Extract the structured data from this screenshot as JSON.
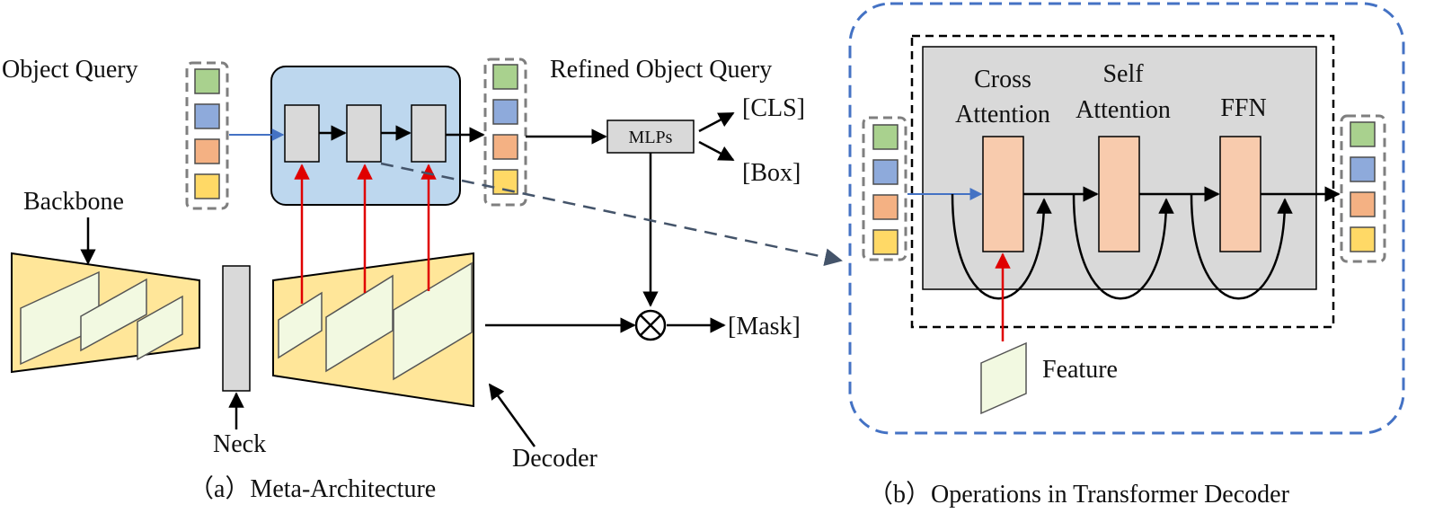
{
  "labels": {
    "object_query": "Object Query",
    "refined_object_query": "Refined Object Query",
    "backbone": "Backbone",
    "neck": "Neck",
    "decoder": "Decoder",
    "mlps": "MLPs",
    "cls": "[CLS]",
    "box": "[Box]",
    "mask": "[Mask]",
    "caption_a": "（a）Meta-Architecture",
    "caption_b": "（b）Operations in Transformer Decoder",
    "cross_attention_1": "Cross",
    "cross_attention_2": "Attention",
    "self_attention_1": "Self",
    "self_attention_2": "Attention",
    "ffn": "FFN",
    "feature": "Feature"
  },
  "colors": {
    "query_green": "#a9d18e",
    "query_blue": "#8eaadb",
    "query_orange": "#f4b183",
    "query_yellow": "#ffd966",
    "decoder_panel": "#bdd7ee",
    "backbone_fill": "#ffe699",
    "feature_fill": "#f2f9e1",
    "gray_block": "#d9d9d9",
    "attention_block": "#f8cbad",
    "arrow_blue": "#4472c4",
    "arrow_red": "#e00000",
    "dashed_blue": "#4472c4"
  }
}
